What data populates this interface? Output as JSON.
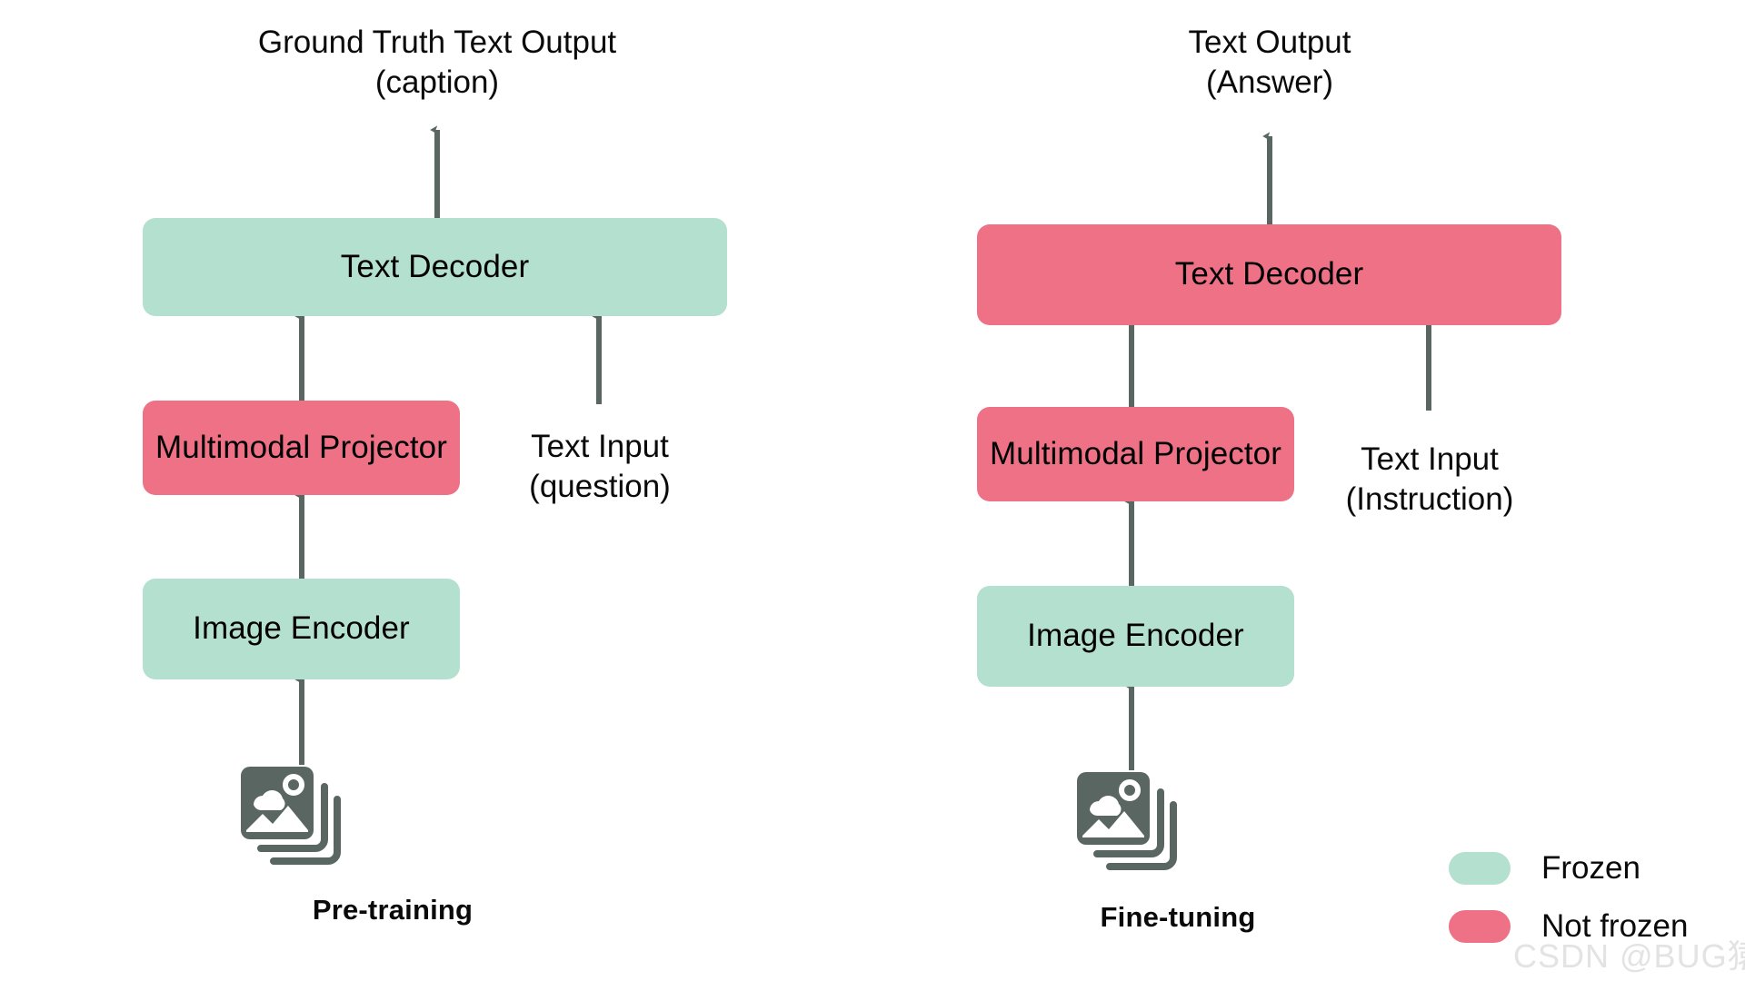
{
  "figure": {
    "title_hidden": "",
    "colors": {
      "frozen": "#b4e0cf",
      "not_frozen": "#ee7186",
      "arrow": "#5a6661",
      "icon": "#5a6661",
      "text": "#0a0a0a",
      "background": "#ffffff",
      "watermark": "#e3e3e3"
    }
  },
  "panels": [
    {
      "id": "pre-training",
      "caption": "Pre-training",
      "output_label": "Ground Truth Text Output\n(caption)",
      "text_input_label": "Text Input\n(question)",
      "blocks": [
        {
          "label": "Text Decoder",
          "state": "Frozen"
        },
        {
          "label": "Multimodal\nProjector",
          "state": "Not frozen"
        },
        {
          "label": "Image Encoder",
          "state": "Frozen"
        }
      ],
      "image_icon": "image-stack-icon"
    },
    {
      "id": "fine-tuning",
      "caption": "Fine-tuning",
      "output_label": "Text Output\n(Answer)",
      "text_input_label": "Text Input\n(Instruction)",
      "blocks": [
        {
          "label": "Text Decoder",
          "state": "Not frozen"
        },
        {
          "label": "Multimodal\nProjector",
          "state": "Not frozen"
        },
        {
          "label": "Image Encoder",
          "state": "Frozen"
        }
      ],
      "image_icon": "image-stack-icon"
    }
  ],
  "legend": {
    "items": [
      {
        "label": "Frozen",
        "color": "#b4e0cf"
      },
      {
        "label": "Not frozen",
        "color": "#ee7186"
      }
    ]
  },
  "watermark": {
    "text": "CSDN @BUG猿"
  }
}
